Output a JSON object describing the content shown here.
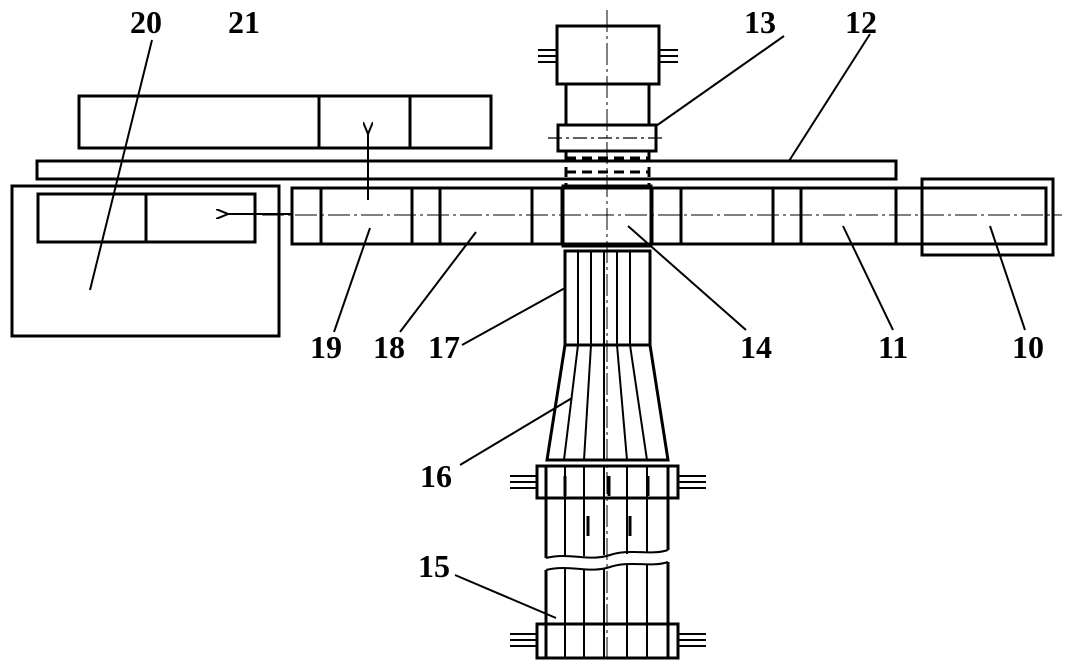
{
  "labels": {
    "l10": "10",
    "l11": "11",
    "l12": "12",
    "l13": "13",
    "l14": "14",
    "l15": "15",
    "l16": "16",
    "l17": "17",
    "l18": "18",
    "l19": "19",
    "l20": "20",
    "l21": "21"
  },
  "colors": {
    "ink": "#000000",
    "paper": "#ffffff"
  }
}
